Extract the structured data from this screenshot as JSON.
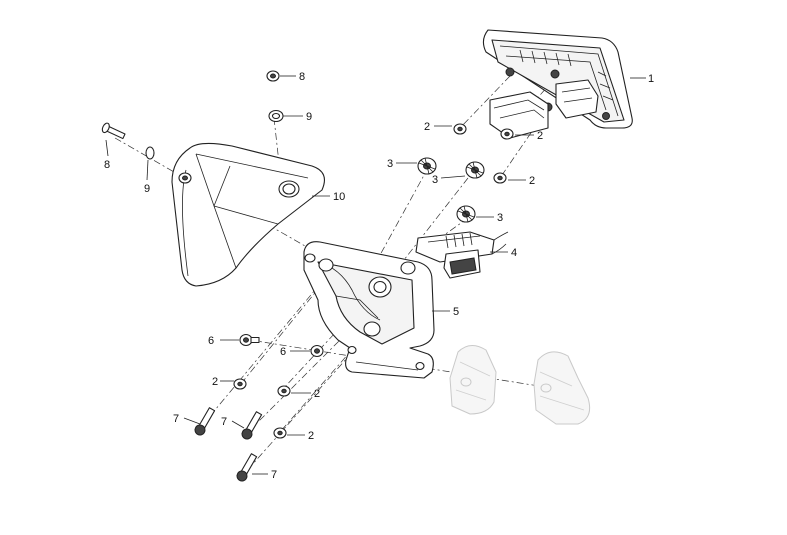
{
  "callouts": [
    {
      "id": "c1",
      "label": "1"
    },
    {
      "id": "c2a",
      "label": "2"
    },
    {
      "id": "c2b",
      "label": "2"
    },
    {
      "id": "c2c",
      "label": "2"
    },
    {
      "id": "c2d",
      "label": "2"
    },
    {
      "id": "c2e",
      "label": "2"
    },
    {
      "id": "c2f",
      "label": "2"
    },
    {
      "id": "c3a",
      "label": "3"
    },
    {
      "id": "c3b",
      "label": "3"
    },
    {
      "id": "c3c",
      "label": "3"
    },
    {
      "id": "c4",
      "label": "4"
    },
    {
      "id": "c5",
      "label": "5"
    },
    {
      "id": "c6a",
      "label": "6"
    },
    {
      "id": "c6b",
      "label": "6"
    },
    {
      "id": "c7a",
      "label": "7"
    },
    {
      "id": "c7b",
      "label": "7"
    },
    {
      "id": "c7c",
      "label": "7"
    },
    {
      "id": "c8a",
      "label": "8"
    },
    {
      "id": "c8b",
      "label": "8"
    },
    {
      "id": "c9a",
      "label": "9"
    },
    {
      "id": "c9b",
      "label": "9"
    },
    {
      "id": "c10",
      "label": "10"
    }
  ]
}
